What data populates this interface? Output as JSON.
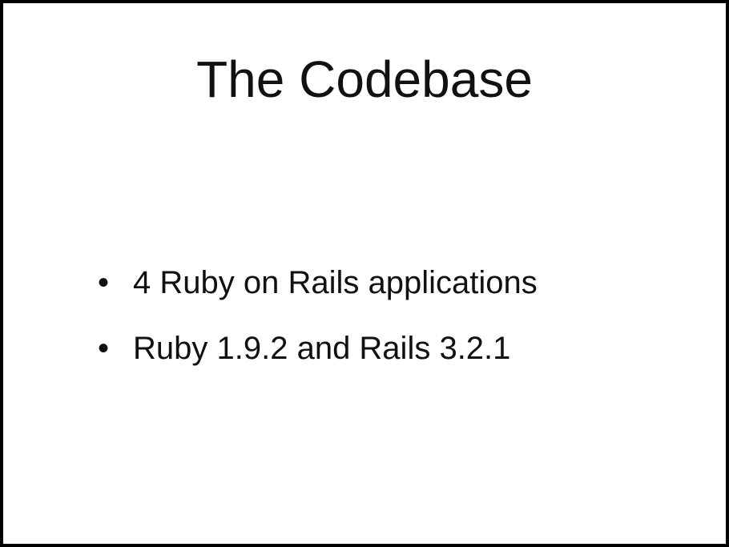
{
  "slide": {
    "title": "The Codebase",
    "bullets": [
      "4 Ruby on Rails applications",
      "Ruby 1.9.2 and Rails 3.2.1"
    ],
    "bullet_glyph": "•",
    "colors": {
      "background": "#ffffff",
      "text": "#111111",
      "border": "#000000"
    }
  }
}
